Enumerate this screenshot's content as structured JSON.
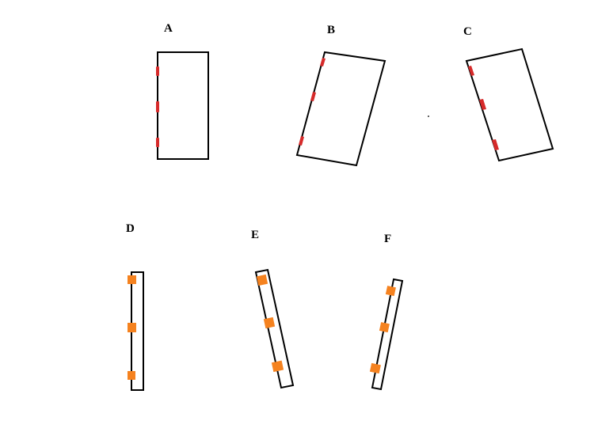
{
  "colors": {
    "background": "#ffffff",
    "outline": "#000000",
    "hinge_door": "#d62a2a",
    "hinge_panel": "#f5821f"
  },
  "figures": [
    {
      "id": "A",
      "label": "A",
      "kind": "door",
      "hinge_side": "left"
    },
    {
      "id": "B",
      "label": "B",
      "kind": "door",
      "hinge_side": "left"
    },
    {
      "id": "C",
      "label": "C",
      "kind": "door",
      "hinge_side": "left"
    },
    {
      "id": "D",
      "label": "D",
      "kind": "panel",
      "hinge_side": "left"
    },
    {
      "id": "E",
      "label": "E",
      "kind": "panel",
      "hinge_side": "left"
    },
    {
      "id": "F",
      "label": "F",
      "kind": "panel",
      "hinge_side": "left"
    }
  ]
}
